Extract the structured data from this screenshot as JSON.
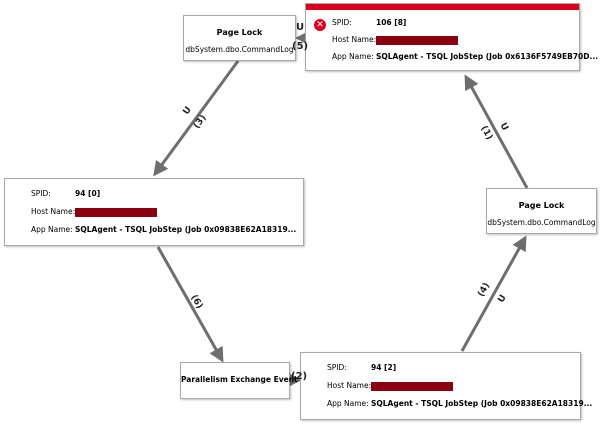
{
  "graph": {
    "lock_nodes": [
      {
        "title": "Page Lock",
        "resource": "dbSystem.dbo.CommandLog"
      },
      {
        "title": "Page Lock",
        "resource": "dbSystem.dbo.CommandLog"
      }
    ],
    "exchange_node": {
      "title": "Parallelism Exchange Event"
    },
    "processes": [
      {
        "spid_label": "SPID:",
        "spid": "106 [8]",
        "host_label": "Host Name:",
        "app_label": "App Name:",
        "app": "SQLAgent - TSQL JobStep (Job 0x6136F5749EB70D..."
      },
      {
        "spid_label": "SPID:",
        "spid": "94 [0]",
        "host_label": "Host Name:",
        "app_label": "App Name:",
        "app": "SQLAgent - TSQL JobStep (Job 0x09838E62A18319..."
      },
      {
        "spid_label": "SPID:",
        "spid": "94 [2]",
        "host_label": "Host Name:",
        "app_label": "App Name:",
        "app": "SQLAgent - TSQL JobStep (Job 0x09838E62A18319..."
      }
    ],
    "edges": [
      {
        "mode": "U",
        "order": "(5)"
      },
      {
        "mode": "U",
        "order": "(3)"
      },
      {
        "mode": "U",
        "order": "(1)"
      },
      {
        "mode": "",
        "order": "(6)"
      },
      {
        "mode": "U",
        "order": "(4)"
      },
      {
        "mode": "",
        "order": "(2)"
      }
    ]
  },
  "colors": {
    "victim": "#d9001b",
    "redaction": "#8b0011",
    "edge": "#6e6e6e"
  },
  "icons": {
    "victim": "error-x-icon"
  }
}
